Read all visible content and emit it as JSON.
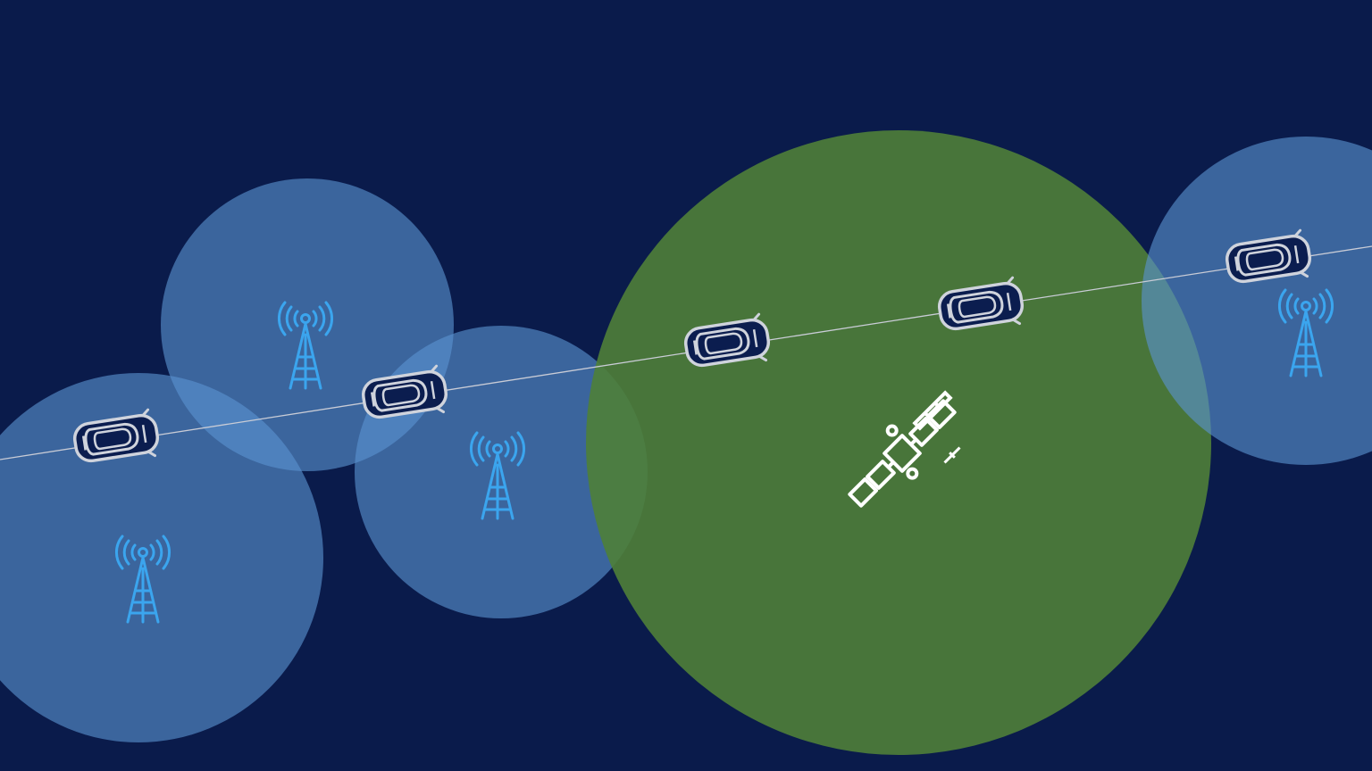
{
  "colors": {
    "background": "#0a1b4b",
    "cell_coverage": "#5b93d1",
    "cell_overlap_light": "#7eb3e6",
    "satellite_coverage": "#4f7f38",
    "tower_icon": "#3ba5ee",
    "satellite_icon": "#ffffff",
    "car_outline": "#cfd3dc",
    "car_body": "#0b1d4f",
    "route_line": "#c9ccd6"
  },
  "icons": {
    "tower": "cell-tower-icon",
    "satellite": "satellite-icon",
    "car": "car-icon"
  },
  "scene": {
    "cell_coverage_areas": 4,
    "satellite_coverage_areas": 1,
    "vehicles": 5
  }
}
